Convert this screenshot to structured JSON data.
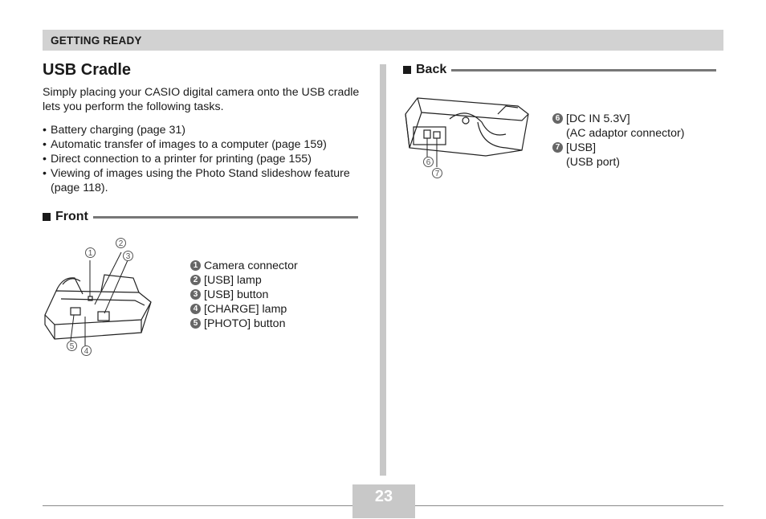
{
  "section": {
    "label": "GETTING READY"
  },
  "title": "USB Cradle",
  "intro": "Simply placing your CASIO digital camera onto the USB cradle lets you perform the following tasks.",
  "bullets": [
    "Battery charging (page 31)",
    "Automatic transfer of images to a computer (page 159)",
    "Direct connection to a printer for printing (page 155)",
    "Viewing of images using the Photo Stand slideshow feature (page 118)."
  ],
  "front": {
    "heading": "Front",
    "items": [
      {
        "num": "1",
        "label": "Camera connector"
      },
      {
        "num": "2",
        "label": "[USB] lamp"
      },
      {
        "num": "3",
        "label": "[USB] button"
      },
      {
        "num": "4",
        "label": "[CHARGE] lamp"
      },
      {
        "num": "5",
        "label": "[PHOTO] button"
      }
    ],
    "callouts": [
      "1",
      "2",
      "3",
      "4",
      "5"
    ]
  },
  "back": {
    "heading": "Back",
    "items": [
      {
        "num": "6",
        "label": "[DC IN 5.3V]",
        "sub": "(AC adaptor connector)"
      },
      {
        "num": "7",
        "label": "[USB]",
        "sub": "(USB port)"
      }
    ],
    "callouts": [
      "6",
      "7"
    ]
  },
  "page_number": "23"
}
